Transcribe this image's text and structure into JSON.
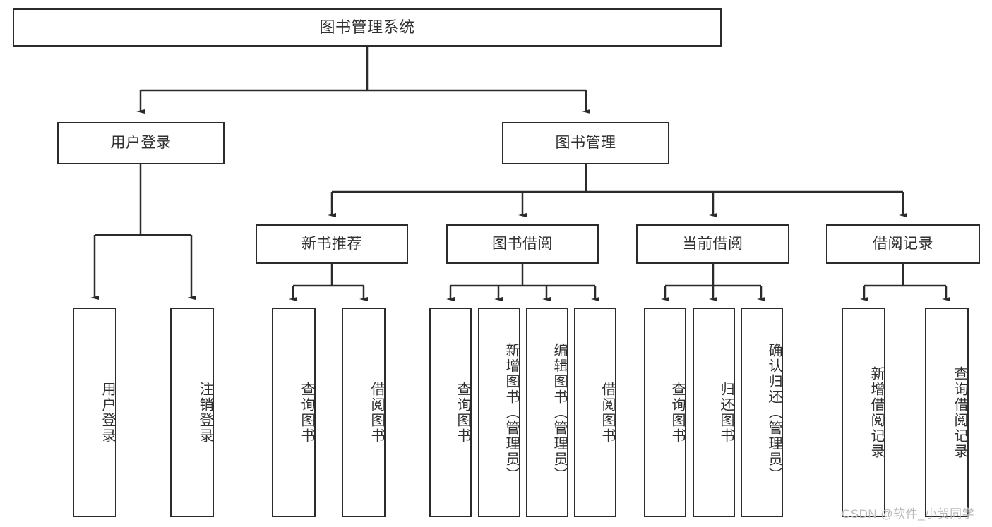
{
  "diagram": {
    "title": "图书管理系统",
    "type": "tree-hierarchy-chart",
    "orientation": "top-down",
    "colors": {
      "border": "#2b2b2b",
      "text": "#2f2f2f",
      "background": "#ffffff",
      "connector": "#2b2b2b",
      "watermark": "#b9b9b9"
    },
    "root": {
      "label": "图书管理系统"
    },
    "level2": [
      {
        "label": "用户登录"
      },
      {
        "label": "图书管理"
      }
    ],
    "level3": [
      {
        "label": "新书推荐"
      },
      {
        "label": "图书借阅"
      },
      {
        "label": "当前借阅"
      },
      {
        "label": "借阅记录"
      }
    ],
    "leaves": {
      "user_login": [
        {
          "label": "用户登录"
        },
        {
          "label": "注销登录"
        }
      ],
      "new_book_recommend": [
        {
          "label": "查询图书"
        },
        {
          "label": "借阅图书"
        }
      ],
      "book_borrow": [
        {
          "label": "查询图书"
        },
        {
          "label": "新增图书（管理员）"
        },
        {
          "label": "编辑图书（管理员）"
        },
        {
          "label": "借阅图书"
        }
      ],
      "current_borrow": [
        {
          "label": "查询图书"
        },
        {
          "label": "归还图书"
        },
        {
          "label": "确认归还（管理员）"
        }
      ],
      "borrow_record": [
        {
          "label": "新增借阅记录"
        },
        {
          "label": "查询借阅记录"
        }
      ]
    },
    "watermark": "CSDN @软件_小贺同学"
  }
}
